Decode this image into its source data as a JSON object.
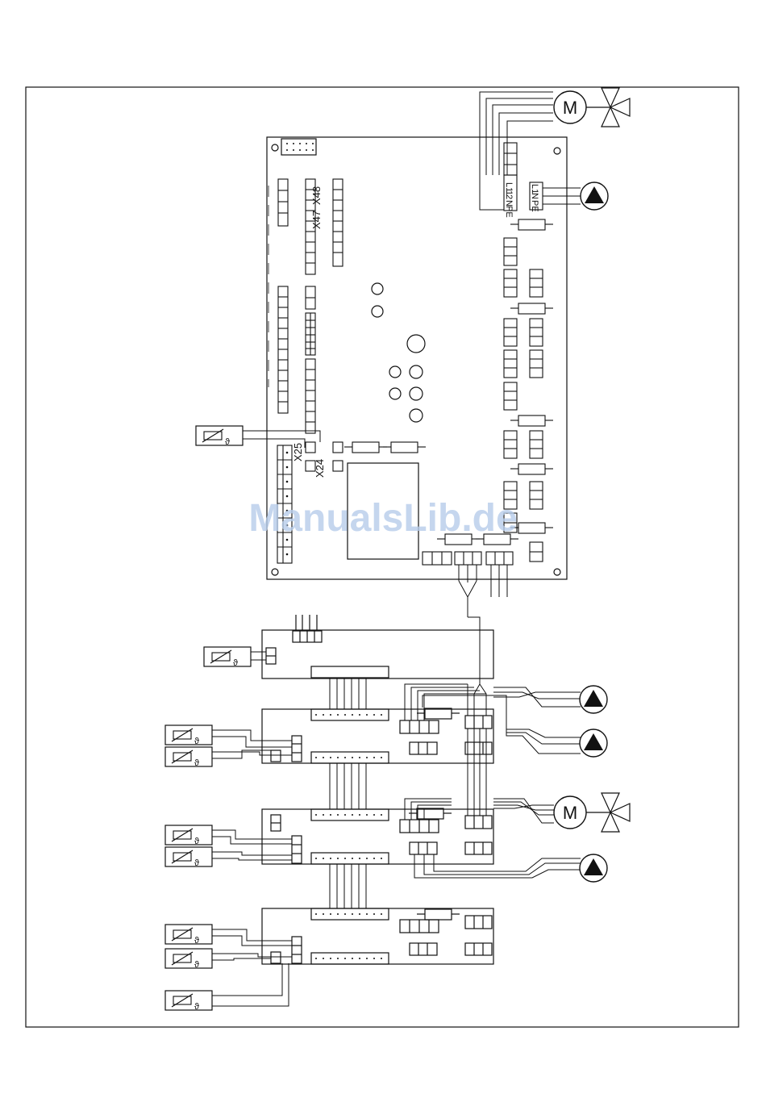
{
  "diagram": {
    "board_labels": {
      "x47": "X47",
      "x48": "X48",
      "x25": "X25",
      "x24": "X24"
    },
    "terminal_block_left": [
      "L1",
      "1",
      "2",
      "N",
      "PE"
    ],
    "terminal_block_right": [
      "L1",
      "N",
      "PE"
    ],
    "motor_symbol": "M",
    "sensor_symbol": "ϑ",
    "watermark": "ManualsLib.de",
    "colors": {
      "line": "#111111",
      "watermark": "#b7cdeb"
    }
  }
}
